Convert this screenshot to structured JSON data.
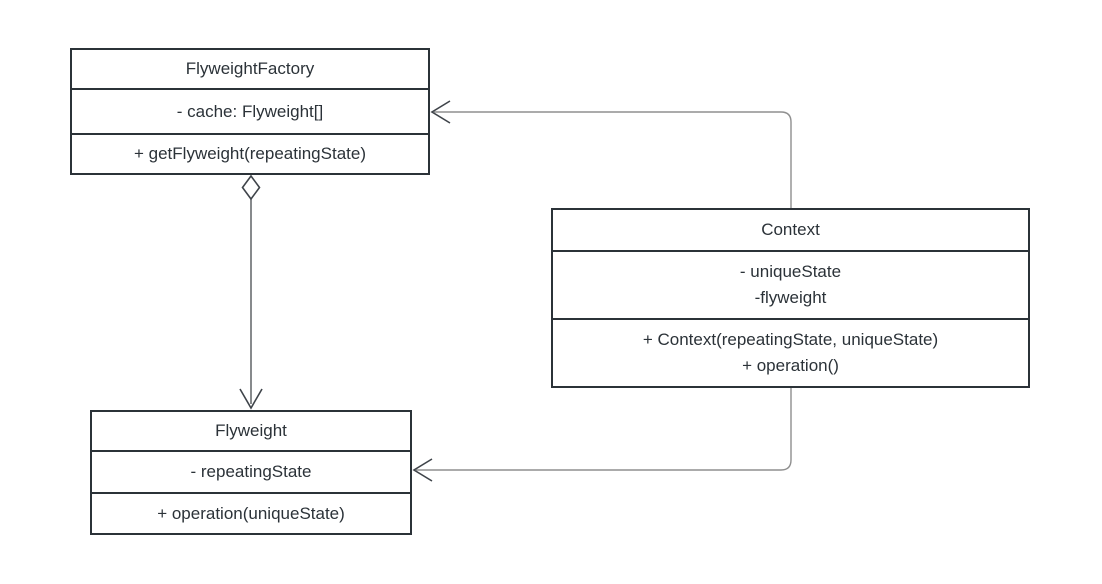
{
  "diagram": {
    "kind": "uml-class-diagram",
    "pattern": "Flyweight",
    "classes": [
      {
        "id": "flyweightfactory",
        "name": "FlyweightFactory",
        "attributes": [
          "- cache: Flyweight[]"
        ],
        "methods": [
          "+ getFlyweight(repeatingState)"
        ]
      },
      {
        "id": "context",
        "name": "Context",
        "attributes": [
          "- uniqueState",
          "-flyweight"
        ],
        "methods": [
          "+ Context(repeatingState, uniqueState)",
          "+ operation()"
        ]
      },
      {
        "id": "flyweight",
        "name": "Flyweight",
        "attributes": [
          "- repeatingState"
        ],
        "methods": [
          "+ operation(uniqueState)"
        ]
      }
    ],
    "relationships": [
      {
        "from": "Context",
        "to": "FlyweightFactory",
        "type": "directed-association",
        "arrowhead": "open-arrow"
      },
      {
        "from": "FlyweightFactory",
        "to": "Flyweight",
        "type": "aggregation",
        "source_marker": "open-diamond",
        "arrowhead": "open-arrow"
      },
      {
        "from": "Context",
        "to": "Flyweight",
        "type": "directed-association",
        "arrowhead": "open-arrow"
      }
    ],
    "colors": {
      "background": "#ffffff",
      "box_border": "#2b3238",
      "text": "#2b3238",
      "connector_line": "#8f8f8f",
      "aggregation_line": "#54585c",
      "arrowhead": "#3f444a",
      "diamond_fill": "#ffffff"
    }
  }
}
